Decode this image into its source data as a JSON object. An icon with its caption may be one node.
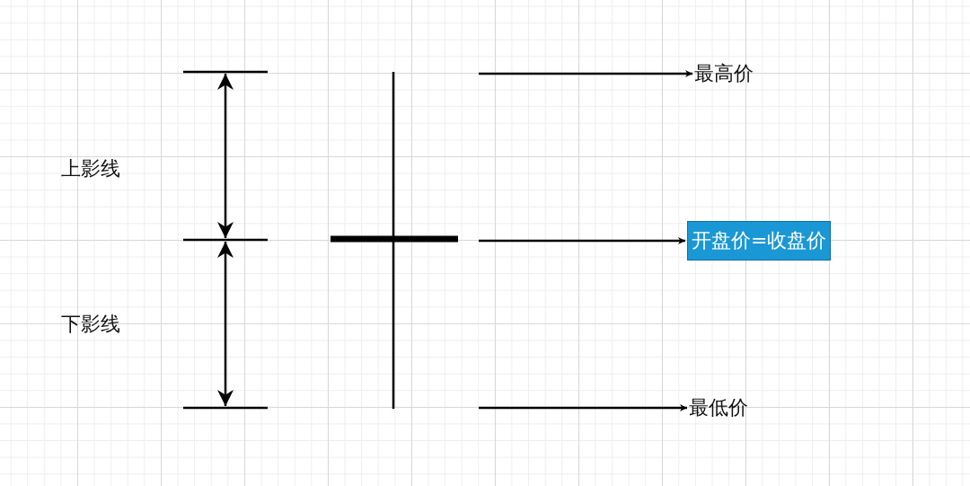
{
  "diagram": {
    "nodes": [
      {
        "text": [
          "最高价"
        ]
      },
      {
        "text": [
          "开盘价=收盘价"
        ]
      },
      {
        "text": [
          "最低价"
        ]
      }
    ],
    "edges": [
      {
        "from": null,
        "to": 0,
        "arrow": "to"
      },
      {
        "from": null,
        "to": 1,
        "arrow": "to"
      },
      {
        "from": null,
        "to": 2,
        "arrow": "to"
      }
    ],
    "labels": [
      "上影线",
      "下影线"
    ]
  }
}
